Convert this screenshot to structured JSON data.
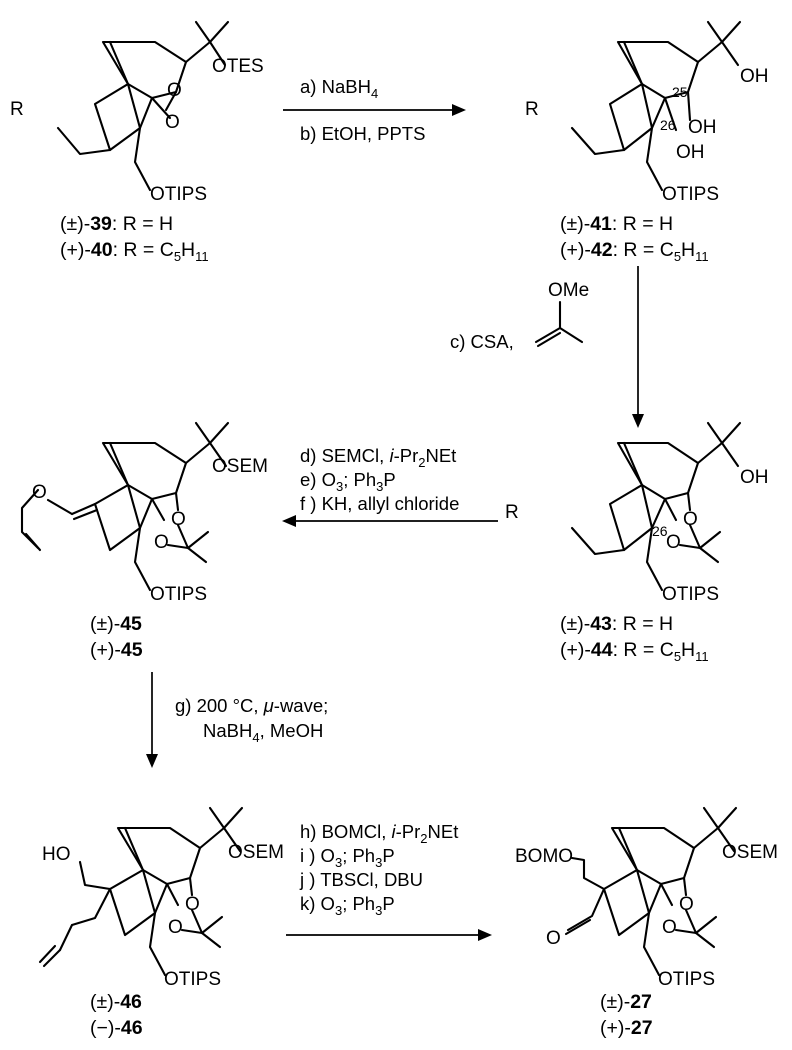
{
  "compounds": {
    "c39": {
      "prefix": "(±)-",
      "id": "39",
      "r": ": R = H"
    },
    "c40": {
      "prefix": "(+)-",
      "id": "40",
      "r": ": R = C",
      "sub": "5",
      "r2": "H",
      "sub2": "11"
    },
    "c41": {
      "prefix": "(±)-",
      "id": "41",
      "r": ": R = H"
    },
    "c42": {
      "prefix": "(+)-",
      "id": "42",
      "r": ": R = C",
      "sub": "5",
      "r2": "H",
      "sub2": "11"
    },
    "c43": {
      "prefix": "(±)-",
      "id": "43",
      "r": ": R = H"
    },
    "c44": {
      "prefix": "(+)-",
      "id": "44",
      "r": ": R = C",
      "sub": "5",
      "r2": "H",
      "sub2": "11"
    },
    "c45a": {
      "prefix": "(±)-",
      "id": "45"
    },
    "c45b": {
      "prefix": "(+)-",
      "id": "45"
    },
    "c46a": {
      "prefix": "(±)-",
      "id": "46"
    },
    "c46b": {
      "prefix": "(−)-",
      "id": "46"
    },
    "c27a": {
      "prefix": "(±)-",
      "id": "27"
    },
    "c27b": {
      "prefix": "(+)-",
      "id": "27"
    }
  },
  "steps": {
    "a": "a)  NaBH",
    "a_sub": "4",
    "b": "b)  EtOH, PPTS",
    "c": "c) CSA,",
    "c_reagent": "OMe",
    "d": "d)  SEMCl, ",
    "d_it": "i",
    "d_rest": "-Pr",
    "d_sub": "2",
    "d_end": "NEt",
    "e": "e)  O",
    "e_sub": "3",
    "e_end": "; Ph",
    "e_sub2": "3",
    "e_p": "P",
    "f": "f )  KH, allyl chloride",
    "g": "g)  200 °C, ",
    "g_it": "μ",
    "g_end": "-wave;",
    "g2": "NaBH",
    "g2_sub": "4",
    "g2_end": ", MeOH",
    "h": "h)  BOMCl, ",
    "h_it": "i",
    "h_rest": "-Pr",
    "h_sub": "2",
    "h_end": "NEt",
    "i": "i )  O",
    "i_sub": "3",
    "i_end": "; Ph",
    "i_sub2": "3",
    "i_p": "P",
    "j": "j )  TBSCl, DBU",
    "k": "k)  O",
    "k_sub": "3",
    "k_end": "; Ph",
    "k_sub2": "3",
    "k_p": "P"
  },
  "atoms": {
    "R": "R",
    "O": "O",
    "OH": "OH",
    "HO": "HO",
    "OTES": "OTES",
    "OTIPS": "OTIPS",
    "OSEM": "OSEM",
    "BOMO": "BOMO"
  },
  "locants": {
    "l25": "25",
    "l26": "26",
    "l26b": "26"
  }
}
